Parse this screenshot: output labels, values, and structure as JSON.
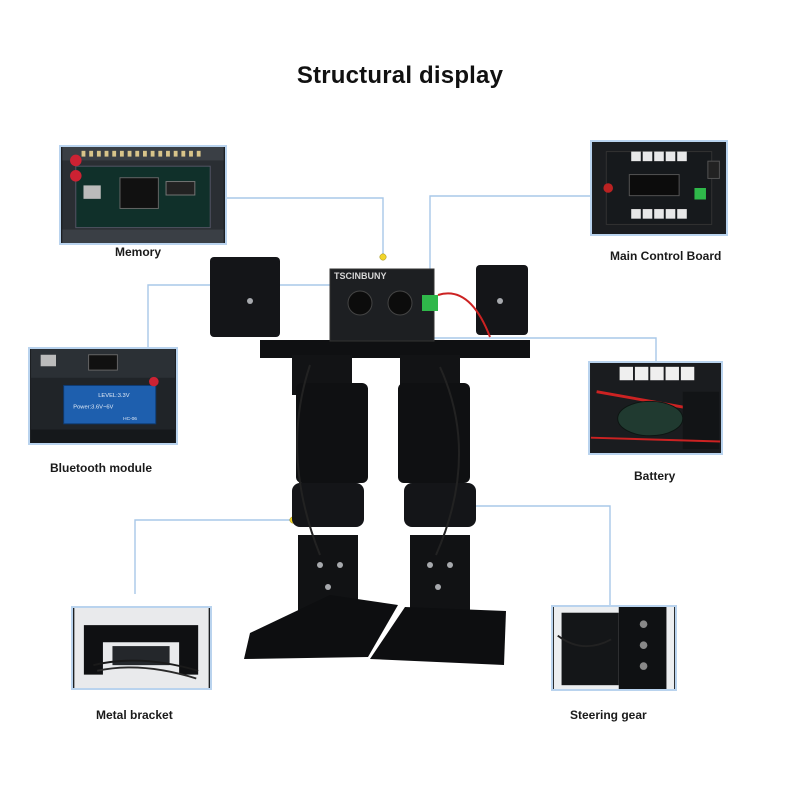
{
  "title": "Structural display",
  "robot": {
    "brand_text": "TSCINBUNY",
    "icon": "biped-robot-icon"
  },
  "callouts": {
    "memory": {
      "label": "Memory",
      "icon": "memory-chip-icon"
    },
    "main_board": {
      "label": "Main Control Board",
      "icon": "control-board-icon"
    },
    "bluetooth": {
      "label": "Bluetooth module",
      "icon": "bluetooth-module-icon",
      "chip_text": [
        "LEVEL:3.3V",
        "Power:3.6V~6V",
        "HC-06"
      ]
    },
    "battery": {
      "label": "Battery",
      "icon": "battery-icon"
    },
    "metal_bracket": {
      "label": "Metal bracket",
      "icon": "metal-bracket-icon"
    },
    "steering_gear": {
      "label": "Steering gear",
      "icon": "servo-icon"
    }
  },
  "colors": {
    "frame": "#b9d3ee",
    "leader": "#a9c8e8",
    "dot": "#f2d52b",
    "robot_body": "#15171a"
  }
}
